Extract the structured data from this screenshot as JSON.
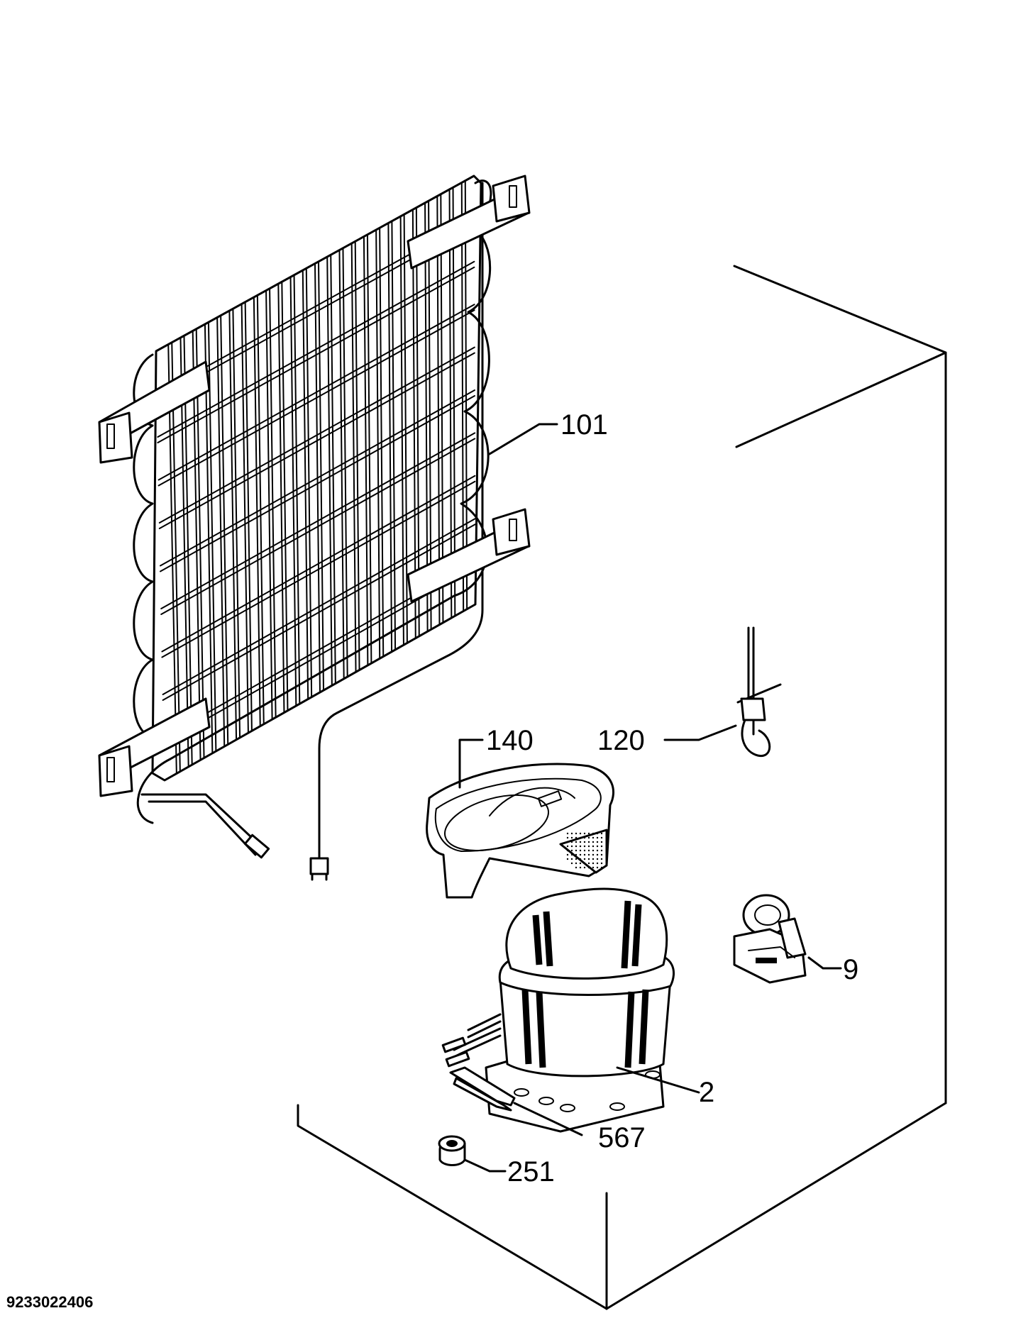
{
  "document_number": "9233022406",
  "parts": [
    {
      "label": "101",
      "name": "condenser"
    },
    {
      "label": "140",
      "name": "drip-tray"
    },
    {
      "label": "120",
      "name": "drier-filter"
    },
    {
      "label": "9",
      "name": "clip"
    },
    {
      "label": "2",
      "name": "compressor"
    },
    {
      "label": "567",
      "name": "mounting-plate"
    },
    {
      "label": "251",
      "name": "grommet"
    }
  ]
}
